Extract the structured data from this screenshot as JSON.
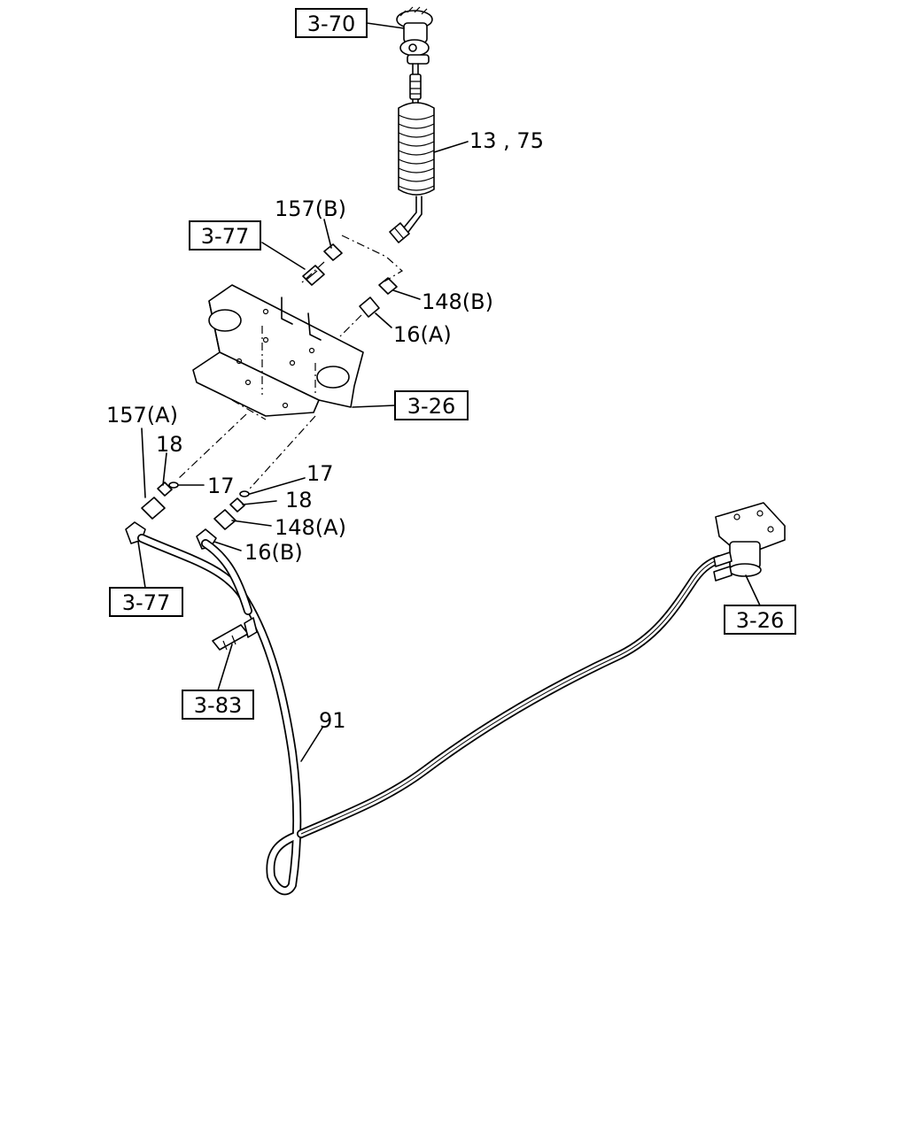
{
  "refs": {
    "ref_3_70": "3-70",
    "ref_3_77_top": "3-77",
    "ref_3_26_bracket": "3-26",
    "ref_3_77_left": "3-77",
    "ref_3_83": "3-83",
    "ref_3_26_valve": "3-26"
  },
  "labels": {
    "coil_hose": "13 , 75",
    "p157b": "157(B)",
    "p148b": "148(B)",
    "p16a": "16(A)",
    "p157a": "157(A)",
    "p18_left": "18",
    "p17_left": "17",
    "p17_right": "17",
    "p18_right": "18",
    "p148a": "148(A)",
    "p16b": "16(B)",
    "p91": "91"
  }
}
